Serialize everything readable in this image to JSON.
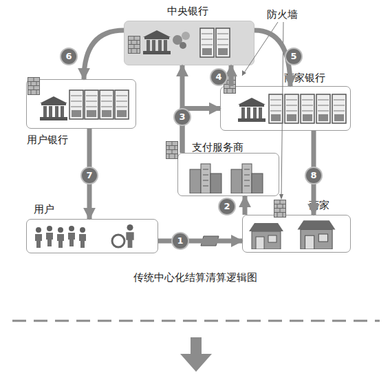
{
  "diagram": {
    "caption": "传统中心化结算清算逻辑图",
    "nodes": [
      {
        "text": [
          "中央银行"
        ]
      },
      {
        "text": [
          "用户银行"
        ]
      },
      {
        "text": [
          "商家银行"
        ]
      },
      {
        "text": [
          "支付服务商"
        ]
      },
      {
        "text": [
          "用户"
        ]
      },
      {
        "text": [
          "商家"
        ]
      }
    ],
    "edges": [
      {
        "from": 4,
        "to": 5,
        "label": "1",
        "arrow": "to"
      },
      {
        "from": 5,
        "to": 3,
        "label": "2",
        "arrow": "to"
      },
      {
        "from": 3,
        "to": 0,
        "label": "3",
        "arrow": "to"
      },
      {
        "from": 3,
        "to": 2,
        "arrow": "to"
      },
      {
        "from": 2,
        "to": 0,
        "label": "4",
        "arrow": "to"
      },
      {
        "from": 0,
        "to": 2,
        "label": "5",
        "arrow": "to"
      },
      {
        "from": 0,
        "to": 1,
        "label": "6",
        "arrow": "to"
      },
      {
        "from": 1,
        "to": 4,
        "label": "7",
        "arrow": "to"
      },
      {
        "from": 2,
        "to": 5,
        "label": "8",
        "arrow": "to"
      }
    ],
    "labels": [
      "防火墙"
    ]
  }
}
